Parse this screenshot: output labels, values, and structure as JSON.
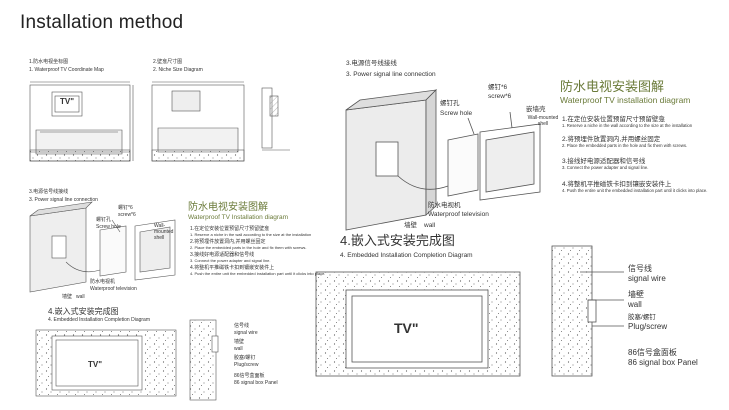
{
  "page": {
    "title": "Installation method"
  },
  "small_left": {
    "step1": {
      "zh": "1.防水电视坐标图",
      "en": "1. Waterproof TV Coordinate Map",
      "tv": "TV\""
    },
    "step2": {
      "zh": "2.壁龛尺寸图",
      "en": "2. Niche Size Diagram"
    },
    "step3": {
      "zh": "3.电源信号线接线",
      "en": "3. Power signal line connection"
    },
    "labels": {
      "screw_zh": "螺钉*6",
      "screw_en": "screw*6",
      "screw_hole_zh": "螺钉孔",
      "screw_hole_en": "Screw hole",
      "shell_en": "Wall-mounted shell",
      "tv_zh": "防水电视机",
      "tv_en": "Waterproof television",
      "wall_zh": "墙壁",
      "wall_en": "wall"
    },
    "diagram_title_zh": "防水电视安装图解",
    "diagram_title_en": "Waterproof TV Installation diagram",
    "steps": [
      {
        "zh": "1.在定位安装位置预留尺寸预留壁龛",
        "en": "1. Reserve a niche in the wall according to the size at the installation"
      },
      {
        "zh": "2.将预埋件放置洞内,并用螺丝固定",
        "en": "2. Place the embedded parts in the hole and fix them with screws."
      },
      {
        "zh": "3.接线好电源适配器和信号线",
        "en": "3. Connect the power adapter and signal line."
      },
      {
        "zh": "4.将整机平推磁铁卡扣到镶嵌安装件上",
        "en": "4. Push the entire unit the embedded installation part until it clicks into place."
      }
    ],
    "step4": {
      "zh": "4.嵌入式安装完成图",
      "en": "4. Embedded Installation Completion Diagram",
      "tv": "TV\""
    },
    "side": {
      "signal_zh": "信号线",
      "signal_en": "signal wire",
      "wall_zh": "墙壁",
      "wall_en": "wall",
      "plug_zh": "胶塞/螺钉",
      "plug_en": "Plug/screw",
      "panel_zh": "86信号盒面板",
      "panel_en": "86 signal box Panel"
    }
  },
  "large_right": {
    "step3": {
      "zh": "3.电源信号线接线",
      "en": "3. Power signal line connection"
    },
    "labels": {
      "screw_zh": "螺钉*6",
      "screw_en": "screw*6",
      "screw_hole_zh": "螺钉孔",
      "screw_hole_en": "Screw hole",
      "shell_zh": "嵌墙壳",
      "shell_en": "Wall-mounted shell",
      "tv_zh": "防水电视机",
      "tv_en": "Waterproof television",
      "wall_zh": "墙壁",
      "wall_en": "wall"
    },
    "diagram_title_zh": "防水电视安装图解",
    "diagram_title_en": "Waterproof TV installation diagram",
    "steps": [
      {
        "zh": "1.在定位安装位置预留尺寸预留壁龛",
        "en": "1. Reserve a niche in the wall according to the size at the installation"
      },
      {
        "zh": "2.将预埋件放置洞内,并用螺丝固定",
        "en": "2. Place the embedded parts in the hole and fix them with screws."
      },
      {
        "zh": "3.接线好电源适配器和信号线",
        "en": "3. Connect the power adapter and signal line."
      },
      {
        "zh": "4.将整机平推磁铁卡扣到镶嵌安装件上",
        "en": "4. Push the entire unit the embedded installation part until it clicks into place."
      }
    ],
    "step4": {
      "zh": "4.嵌入式安装完成图",
      "en": "4. Embedded Installation Completion Diagram",
      "tv": "TV\""
    },
    "side": {
      "signal_zh": "信号线",
      "signal_en": "signal wire",
      "wall_zh": "墙壁",
      "wall_en": "wall",
      "plug_zh": "胶塞/螺钉",
      "plug_en": "Plug/screw",
      "panel_zh": "86信号盒面板",
      "panel_en": "86 signal box Panel"
    }
  }
}
